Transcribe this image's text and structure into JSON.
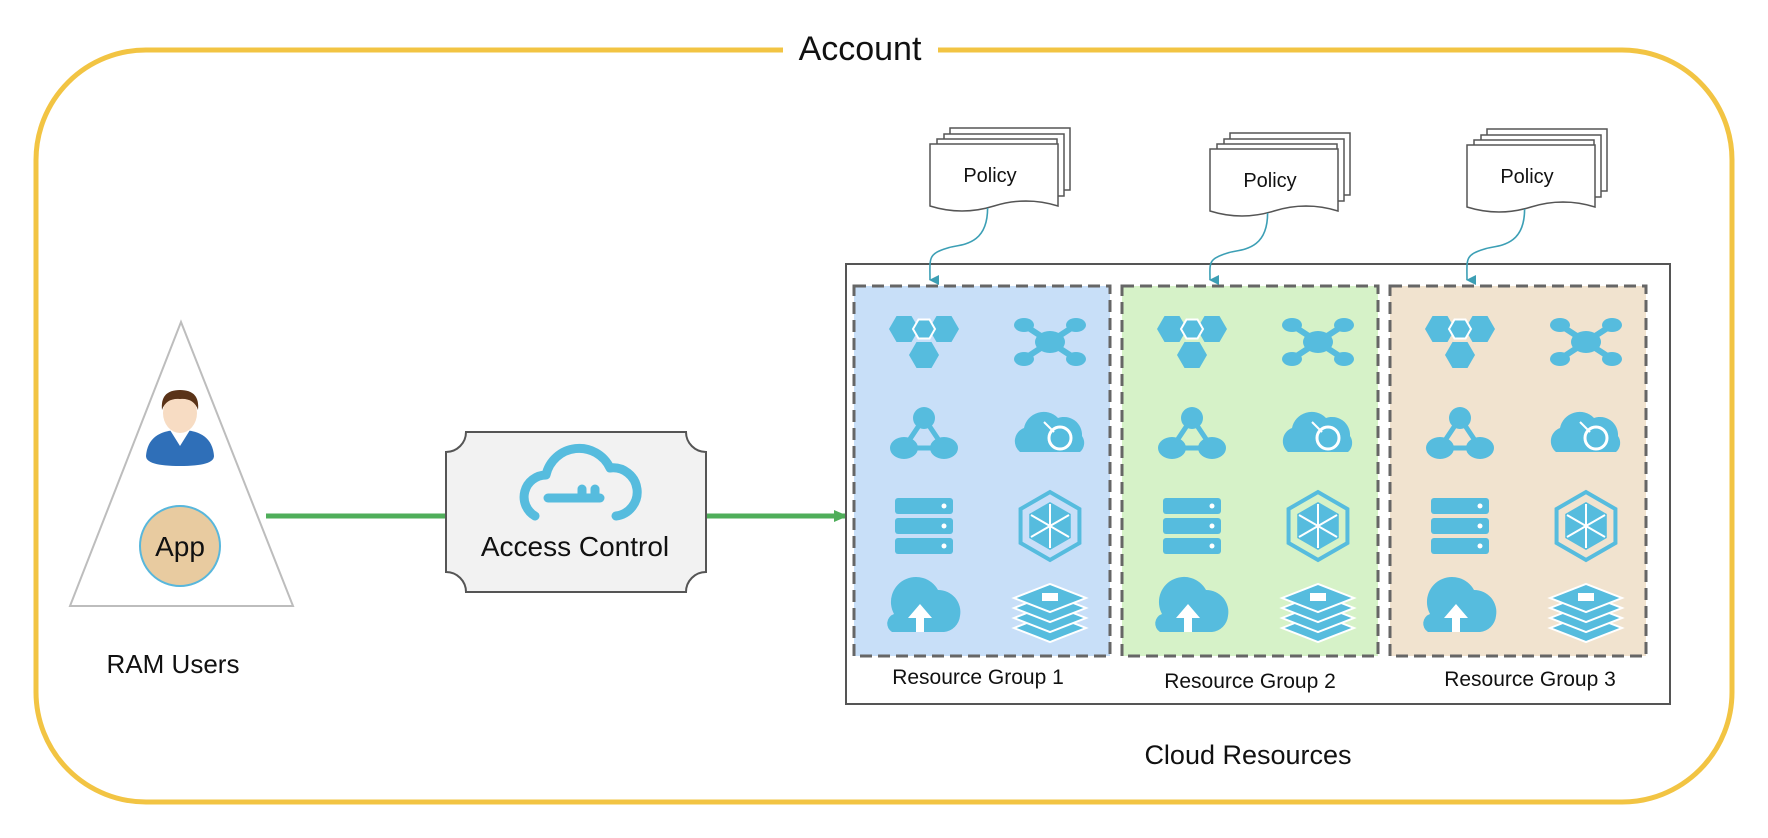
{
  "account": {
    "title": "Account",
    "border_color": "#F2C443"
  },
  "ram_users": {
    "label": "RAM Users",
    "app_label": "App",
    "app_color": "#E8CBA0",
    "app_border": "#58B7DC"
  },
  "access_control": {
    "label": "Access Control",
    "icon": "cloud-key-icon"
  },
  "cloud_resources": {
    "label": "Cloud Resources"
  },
  "policy_label": "Policy",
  "accent_color": "#56BCDE",
  "arrow_color": "#4FAE5A",
  "resource_groups": [
    {
      "label": "Resource Group 1",
      "fill": "#C8DFF8"
    },
    {
      "label": "Resource Group 2",
      "fill": "#D6F2C8"
    },
    {
      "label": "Resource Group 3",
      "fill": "#F1E3CF"
    }
  ],
  "resource_icons": [
    "hexagon-cluster-icon",
    "network-hub-icon",
    "triangle-nodes-icon",
    "cloud-gear-icon",
    "server-stack-icon",
    "container-cube-icon",
    "cloud-upload-icon",
    "layers-stack-icon"
  ]
}
